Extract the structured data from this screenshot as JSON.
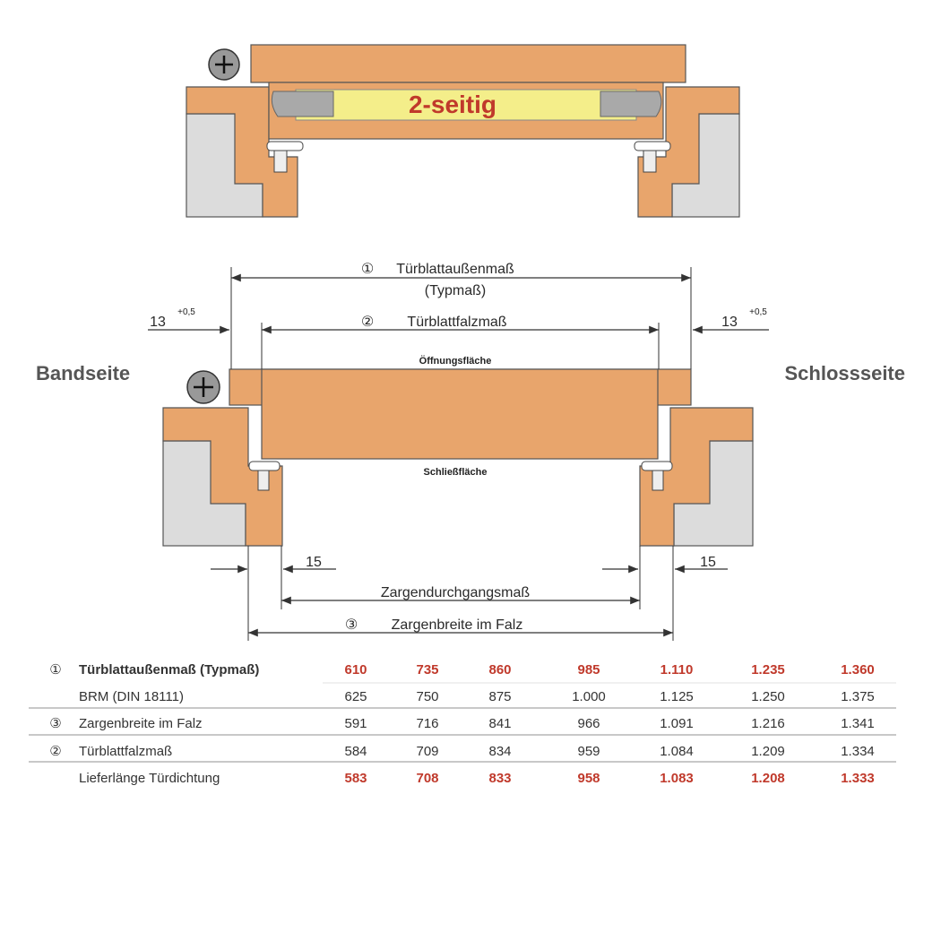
{
  "top_badge": "2-seitig",
  "dim_labels": {
    "outer_num": "①",
    "outer": "Türblattaußenmaß",
    "outer_sub": "(Typmaß)",
    "falz_num": "②",
    "falz": "Türblattfalzmaß",
    "left_13": "13",
    "right_13": "13",
    "tol": "+0,5",
    "oeffnung": "Öffnungsfläche",
    "schliess": "Schließfläche",
    "left_15": "15",
    "right_15": "15",
    "durchgang": "Zargendurchgangsmaß",
    "zarge_num": "③",
    "zarge": "Zargenbreite im Falz"
  },
  "sides": {
    "left": "Bandseite",
    "right": "Schlossseite"
  },
  "colors": {
    "wood": "#e8a56c",
    "wall": "#dcdcdc",
    "seal": "#f4ee8a",
    "highlight": "#c0392b",
    "line": "#333333"
  },
  "icons": [
    "plus-circle-icon",
    "plus-circle-icon"
  ],
  "table": {
    "rows": [
      {
        "num": "①",
        "label": "Türblattaußenmaß (Typmaß)",
        "highlight": true,
        "values": [
          "610",
          "735",
          "860",
          "985",
          "1.110",
          "1.235",
          "1.360"
        ]
      },
      {
        "num": "",
        "label": "BRM (DIN 18111)",
        "highlight": false,
        "values": [
          "625",
          "750",
          "875",
          "1.000",
          "1.125",
          "1.250",
          "1.375"
        ]
      },
      {
        "num": "③",
        "label": "Zargenbreite im Falz",
        "highlight": false,
        "values": [
          "591",
          "716",
          "841",
          "966",
          "1.091",
          "1.216",
          "1.341"
        ]
      },
      {
        "num": "②",
        "label": "Türblattfalzmaß",
        "highlight": false,
        "values": [
          "584",
          "709",
          "834",
          "959",
          "1.084",
          "1.209",
          "1.334"
        ]
      },
      {
        "num": "",
        "label": "Lieferlänge Türdichtung",
        "highlight": true,
        "values": [
          "583",
          "708",
          "833",
          "958",
          "1.083",
          "1.208",
          "1.333"
        ]
      }
    ]
  }
}
